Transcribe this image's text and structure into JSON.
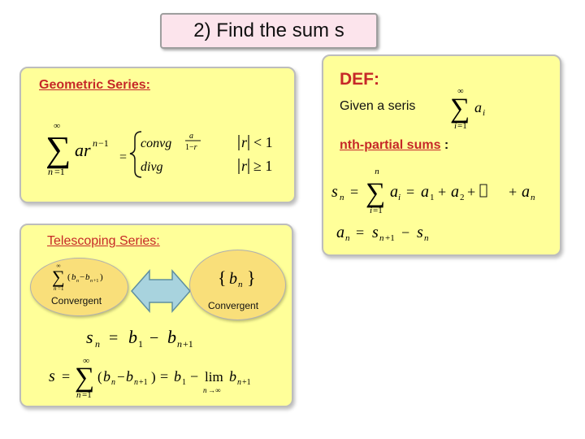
{
  "slide_title": "2) Find the sum s",
  "geometric": {
    "heading": "Geometric Series:",
    "formula_lhs": "∑ ar^(n−1)",
    "case_converge": "convg",
    "case_converge_value": "a/(1−r)",
    "case_converge_cond": "|r| < 1",
    "case_diverge": "divg",
    "case_diverge_cond": "|r| ≥ 1"
  },
  "definition": {
    "heading": "DEF:",
    "given_text": "Given a seris",
    "given_formula": "∑ a_i, i=1 to ∞",
    "nth_label": "nth-partial sums",
    "nth_colon": " :",
    "partial_sum_formula": "s_n = ∑ a_i = a_1 + a_2 + … + a_n",
    "term_formula": "a_n = s_(n+1) − s_n"
  },
  "telescoping": {
    "heading": "Telescoping Series:",
    "left_formula": "∑ (b_n − b_(n+1))",
    "left_label": "Convergent",
    "right_formula": "{ b_n }",
    "right_label": "Convergent",
    "partial_sum_formula": "s_n = b_1 − b_(n+1)",
    "sum_formula": "s = ∑ (b_n − b_(n+1)) = b_1 − lim b_(n+1)"
  },
  "colors": {
    "panel_fill": "#ffff99",
    "title_fill": "#fce4ec",
    "heading_red": "#c62828",
    "oval_fill": "#f9df7a",
    "arrow_fill": "#a8d3de"
  }
}
